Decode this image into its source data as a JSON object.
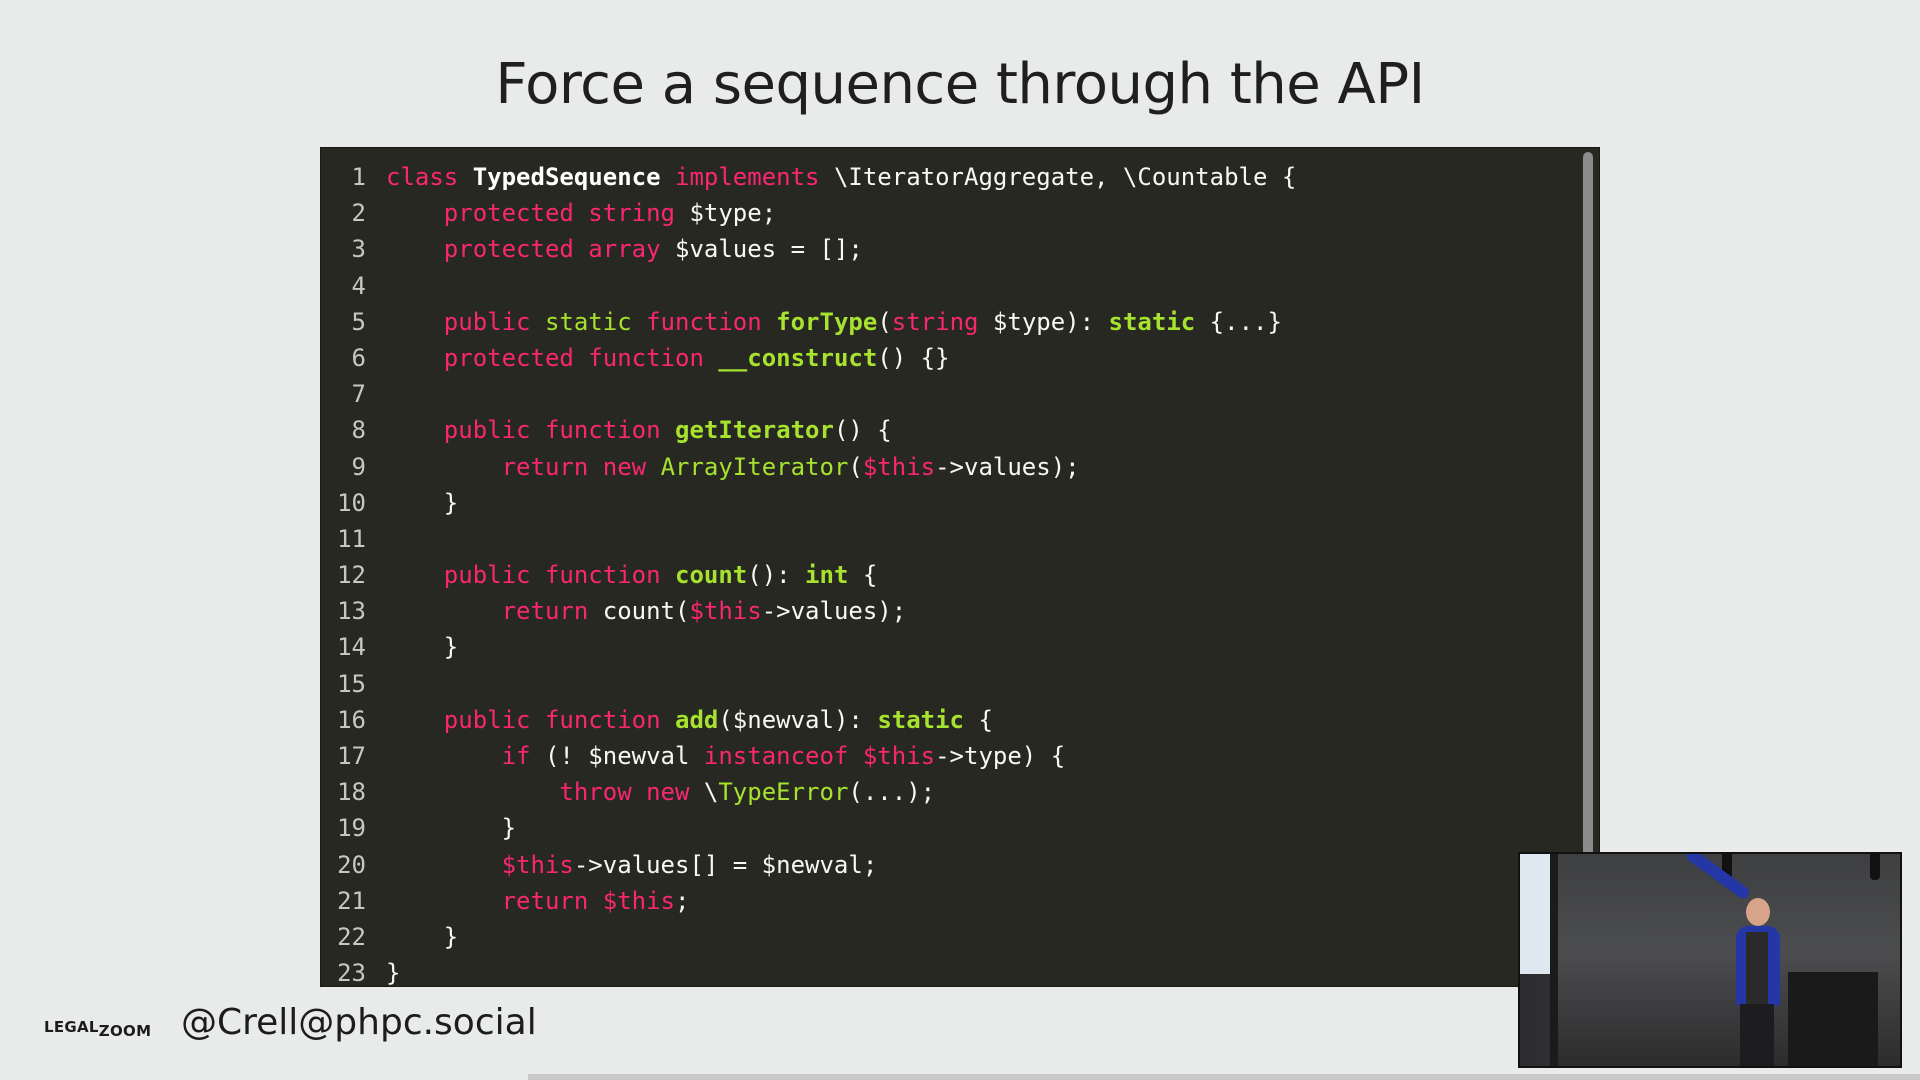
{
  "slide": {
    "title": "Force a sequence through the API"
  },
  "code": {
    "language": "php",
    "lines": [
      {
        "n": "1",
        "tokens": [
          [
            "kw",
            "class"
          ],
          [
            "pl",
            " "
          ],
          [
            "cl",
            "TypedSequence"
          ],
          [
            "pl",
            " "
          ],
          [
            "kw",
            "implements"
          ],
          [
            "pl",
            " \\IteratorAggregate, \\Countable {"
          ]
        ]
      },
      {
        "n": "2",
        "tokens": [
          [
            "pl",
            "    "
          ],
          [
            "kw",
            "protected"
          ],
          [
            "pl",
            " "
          ],
          [
            "kw",
            "string"
          ],
          [
            "pl",
            " $type;"
          ]
        ]
      },
      {
        "n": "3",
        "tokens": [
          [
            "pl",
            "    "
          ],
          [
            "kw",
            "protected"
          ],
          [
            "pl",
            " "
          ],
          [
            "kw",
            "array"
          ],
          [
            "pl",
            " $values = [];"
          ]
        ]
      },
      {
        "n": "4",
        "tokens": []
      },
      {
        "n": "5",
        "tokens": [
          [
            "pl",
            "    "
          ],
          [
            "kw",
            "public"
          ],
          [
            "pl",
            " "
          ],
          [
            "ty",
            "static"
          ],
          [
            "pl",
            " "
          ],
          [
            "kw",
            "function"
          ],
          [
            "pl",
            " "
          ],
          [
            "fn",
            "forType"
          ],
          [
            "pl",
            "("
          ],
          [
            "kw",
            "string"
          ],
          [
            "pl",
            " $type): "
          ],
          [
            "fn",
            "static"
          ],
          [
            "pl",
            " {...}"
          ]
        ]
      },
      {
        "n": "6",
        "tokens": [
          [
            "pl",
            "    "
          ],
          [
            "kw",
            "protected"
          ],
          [
            "pl",
            " "
          ],
          [
            "kw",
            "function"
          ],
          [
            "pl",
            " "
          ],
          [
            "fn",
            "__construct"
          ],
          [
            "pl",
            "() {}"
          ]
        ]
      },
      {
        "n": "7",
        "tokens": []
      },
      {
        "n": "8",
        "tokens": [
          [
            "pl",
            "    "
          ],
          [
            "kw",
            "public"
          ],
          [
            "pl",
            " "
          ],
          [
            "kw",
            "function"
          ],
          [
            "pl",
            " "
          ],
          [
            "fn",
            "getIterator"
          ],
          [
            "pl",
            "() {"
          ]
        ]
      },
      {
        "n": "9",
        "tokens": [
          [
            "pl",
            "        "
          ],
          [
            "kw",
            "return"
          ],
          [
            "pl",
            " "
          ],
          [
            "kw",
            "new"
          ],
          [
            "pl",
            " "
          ],
          [
            "ty",
            "ArrayIterator"
          ],
          [
            "pl",
            "("
          ],
          [
            "kw",
            "$this"
          ],
          [
            "pl",
            "->values);"
          ]
        ]
      },
      {
        "n": "10",
        "tokens": [
          [
            "pl",
            "    }"
          ]
        ]
      },
      {
        "n": "11",
        "tokens": []
      },
      {
        "n": "12",
        "tokens": [
          [
            "pl",
            "    "
          ],
          [
            "kw",
            "public"
          ],
          [
            "pl",
            " "
          ],
          [
            "kw",
            "function"
          ],
          [
            "pl",
            " "
          ],
          [
            "fn",
            "count"
          ],
          [
            "pl",
            "(): "
          ],
          [
            "fn",
            "int"
          ],
          [
            "pl",
            " {"
          ]
        ]
      },
      {
        "n": "13",
        "tokens": [
          [
            "pl",
            "        "
          ],
          [
            "kw",
            "return"
          ],
          [
            "pl",
            " count("
          ],
          [
            "kw",
            "$this"
          ],
          [
            "pl",
            "->values);"
          ]
        ]
      },
      {
        "n": "14",
        "tokens": [
          [
            "pl",
            "    }"
          ]
        ]
      },
      {
        "n": "15",
        "tokens": []
      },
      {
        "n": "16",
        "tokens": [
          [
            "pl",
            "    "
          ],
          [
            "kw",
            "public"
          ],
          [
            "pl",
            " "
          ],
          [
            "kw",
            "function"
          ],
          [
            "pl",
            " "
          ],
          [
            "fn",
            "add"
          ],
          [
            "pl",
            "($newval): "
          ],
          [
            "fn",
            "static"
          ],
          [
            "pl",
            " {"
          ]
        ]
      },
      {
        "n": "17",
        "tokens": [
          [
            "pl",
            "        "
          ],
          [
            "kw",
            "if"
          ],
          [
            "pl",
            " (! $newval "
          ],
          [
            "kw",
            "instanceof"
          ],
          [
            "pl",
            " "
          ],
          [
            "kw",
            "$this"
          ],
          [
            "pl",
            "->type) {"
          ]
        ]
      },
      {
        "n": "18",
        "tokens": [
          [
            "pl",
            "            "
          ],
          [
            "kw",
            "throw"
          ],
          [
            "pl",
            " "
          ],
          [
            "kw",
            "new"
          ],
          [
            "pl",
            " \\"
          ],
          [
            "ty",
            "TypeError"
          ],
          [
            "pl",
            "(...);"
          ]
        ]
      },
      {
        "n": "19",
        "tokens": [
          [
            "pl",
            "        }"
          ]
        ]
      },
      {
        "n": "20",
        "tokens": [
          [
            "pl",
            "        "
          ],
          [
            "kw",
            "$this"
          ],
          [
            "pl",
            "->values[] = $newval;"
          ]
        ]
      },
      {
        "n": "21",
        "tokens": [
          [
            "pl",
            "        "
          ],
          [
            "kw",
            "return"
          ],
          [
            "pl",
            " "
          ],
          [
            "kw",
            "$this"
          ],
          [
            "pl",
            ";"
          ]
        ]
      },
      {
        "n": "22",
        "tokens": [
          [
            "pl",
            "    }"
          ]
        ]
      },
      {
        "n": "23",
        "tokens": [
          [
            "pl",
            "}"
          ]
        ]
      }
    ]
  },
  "footer": {
    "logo_main": "LEGAL",
    "logo_sub": "ZOOM",
    "handle": "@Crell@phpc.social"
  },
  "webcam": {
    "icon": "speaker-video-icon"
  },
  "colors": {
    "background": "#e9eaea",
    "code_background": "#272822",
    "keyword": "#f92672",
    "type": "#a6e22e",
    "plain": "#f8f8f2"
  }
}
